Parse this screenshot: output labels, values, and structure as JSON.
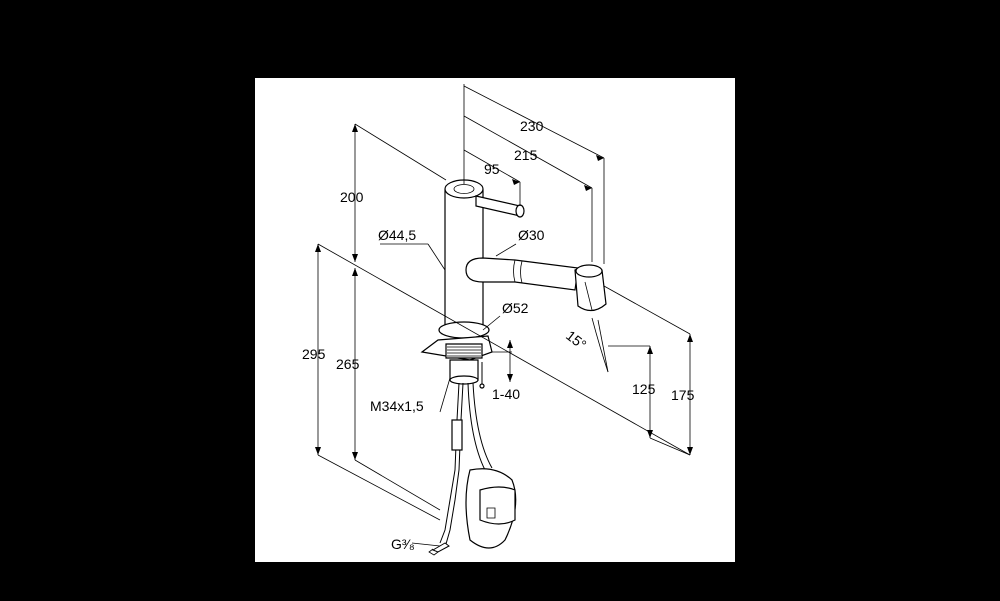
{
  "colors": {
    "background": "#000000",
    "sheet": "#ffffff",
    "ink": "#000000"
  },
  "dimensions": {
    "reach_total": "230",
    "reach_spout": "215",
    "handle_reach": "95",
    "body_height": "200",
    "body_diameter": "Ø44,5",
    "spout_diameter": "Ø30",
    "base_diameter": "Ø52",
    "swivel_angle": "15°",
    "total_height": "295",
    "height_to_deck": "265",
    "deck_thickness": "1-40",
    "thread": "M34x1,5",
    "connection": "G³⁄₈",
    "spout_clearance": "125",
    "spout_height": "175"
  }
}
